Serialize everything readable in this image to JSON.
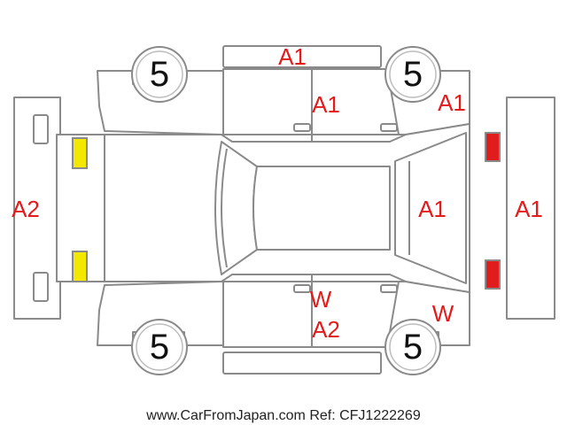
{
  "tires": {
    "front_left": "5",
    "front_right": "5",
    "rear_left": "5",
    "rear_right": "5"
  },
  "damage_codes": {
    "roof_top_edge": "A1",
    "front_door_upper": "A1",
    "rear_quarter_upper": "A1",
    "rear_glass": "A1",
    "rear_bumper": "A1",
    "front_bumper": "A2",
    "front_door_lower_w": "W",
    "front_door_lower_a2": "A2",
    "rear_quarter_lower_w": "W"
  },
  "light_colors": {
    "front": "#f3e800",
    "rear": "#e01c1c"
  },
  "footer": {
    "source_text": "www.CarFromJapan.com Ref: CFJ1222269"
  }
}
